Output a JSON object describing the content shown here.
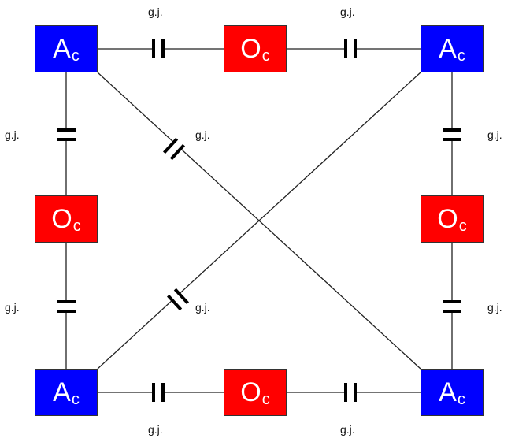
{
  "colors": {
    "astrocyte": "#0000ff",
    "oligodendrocyte": "#ff0000",
    "line": "#222222"
  },
  "nodes": [
    {
      "id": "a_tl",
      "kind": "astrocyte",
      "label": "A",
      "sub": "c"
    },
    {
      "id": "o_top",
      "kind": "oligodendrocyte",
      "label": "O",
      "sub": "c"
    },
    {
      "id": "a_tr",
      "kind": "astrocyte",
      "label": "A",
      "sub": "c"
    },
    {
      "id": "o_left",
      "kind": "oligodendrocyte",
      "label": "O",
      "sub": "c"
    },
    {
      "id": "o_right",
      "kind": "oligodendrocyte",
      "label": "O",
      "sub": "c"
    },
    {
      "id": "a_bl",
      "kind": "astrocyte",
      "label": "A",
      "sub": "c"
    },
    {
      "id": "o_bottom",
      "kind": "oligodendrocyte",
      "label": "O",
      "sub": "c"
    },
    {
      "id": "a_br",
      "kind": "astrocyte",
      "label": "A",
      "sub": "c"
    }
  ],
  "junctions": [
    {
      "id": "gj-top-left",
      "label": "g.j."
    },
    {
      "id": "gj-top-right",
      "label": "g.j."
    },
    {
      "id": "gj-left-upper",
      "label": "g.j."
    },
    {
      "id": "gj-right-upper",
      "label": "g.j."
    },
    {
      "id": "gj-diag-upper",
      "label": "g.j."
    },
    {
      "id": "gj-left-lower",
      "label": "g.j."
    },
    {
      "id": "gj-right-lower",
      "label": "g.j."
    },
    {
      "id": "gj-diag-lower",
      "label": "g.j."
    },
    {
      "id": "gj-bottom-left",
      "label": "g.j."
    },
    {
      "id": "gj-bottom-right",
      "label": "g.j."
    }
  ]
}
